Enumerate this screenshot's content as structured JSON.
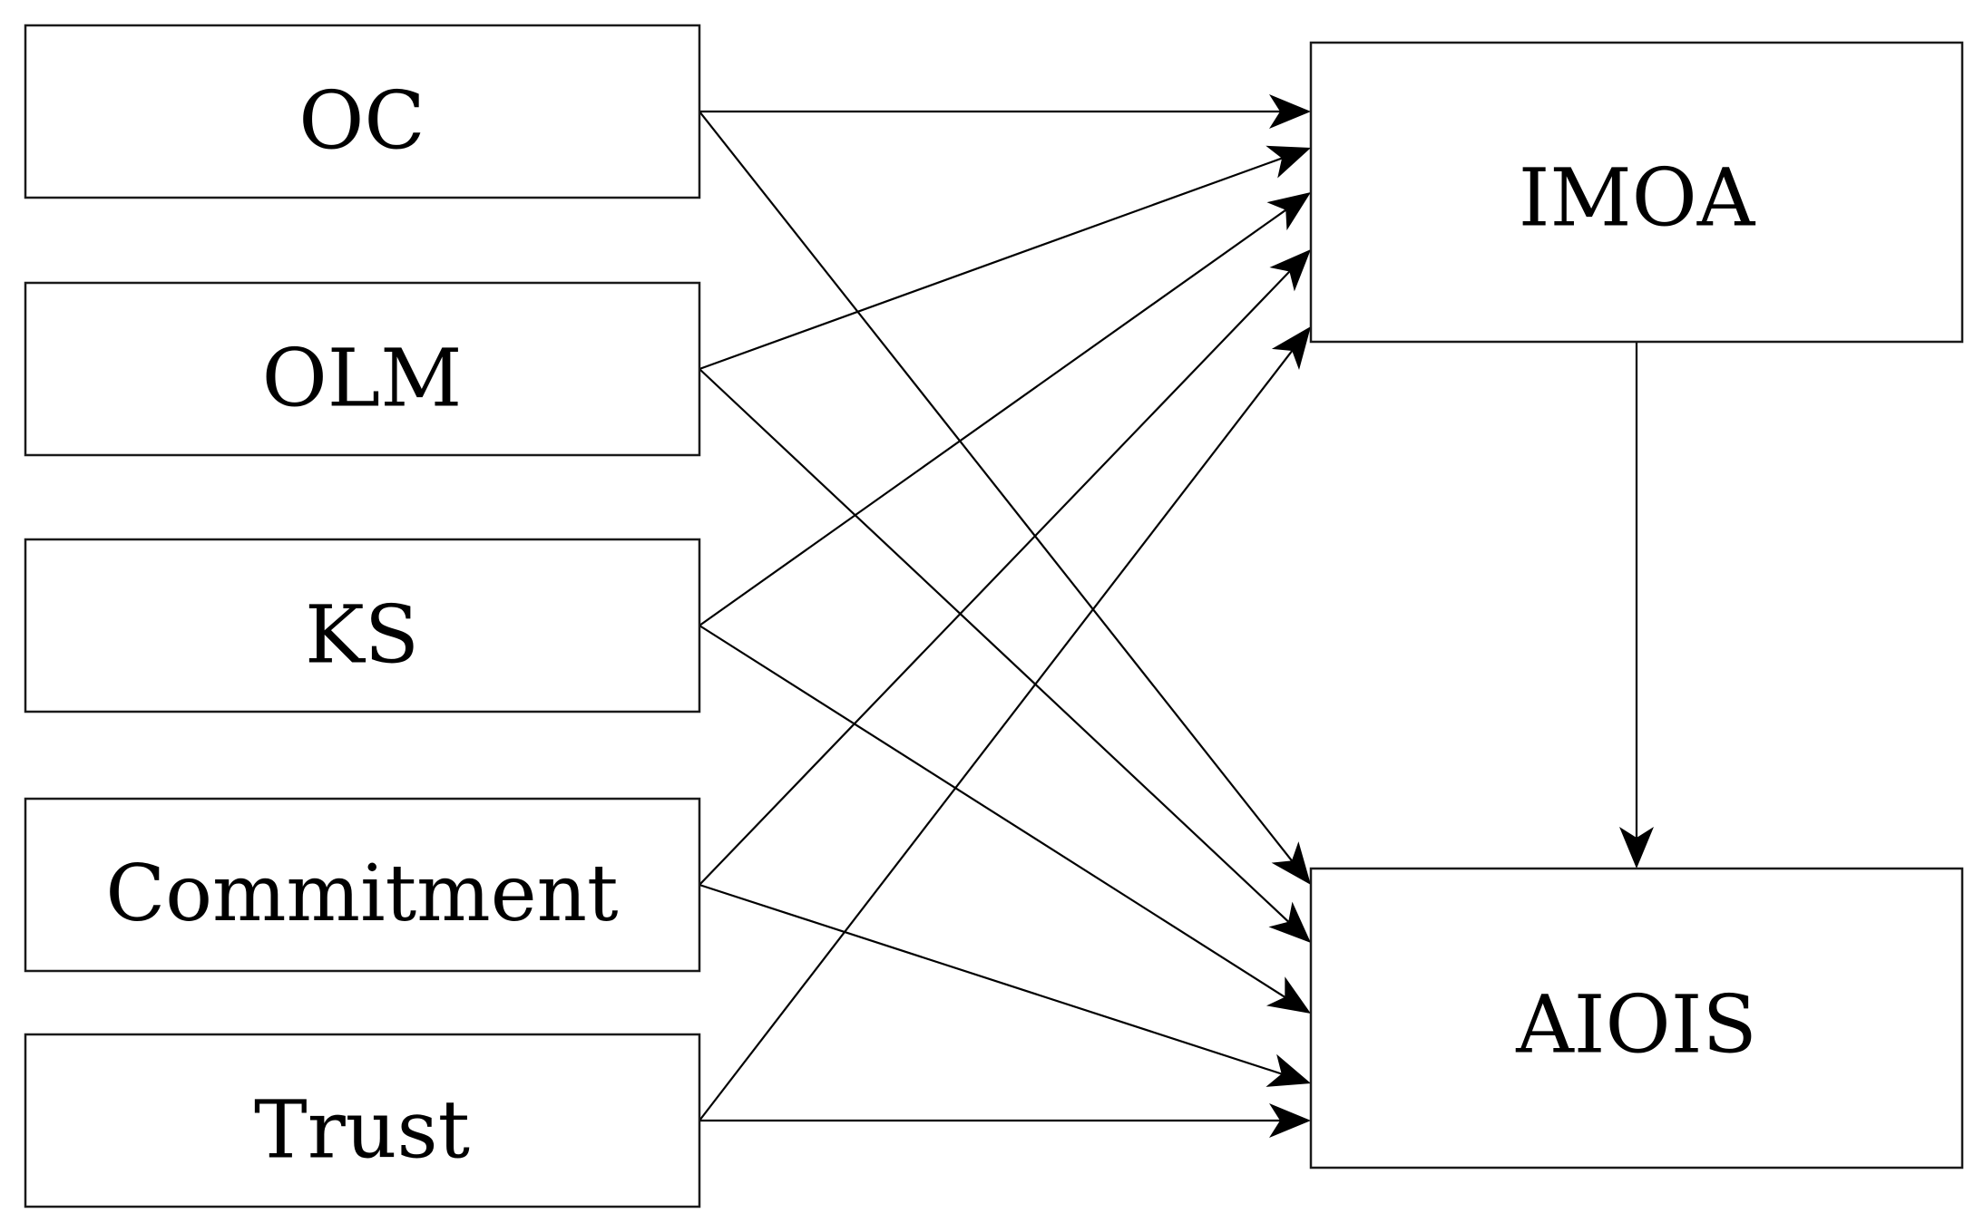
{
  "diagram": {
    "nodes": [
      {
        "id": "OC",
        "label": "OC"
      },
      {
        "id": "OLM",
        "label": "OLM"
      },
      {
        "id": "KS",
        "label": "KS"
      },
      {
        "id": "Commitment",
        "label": "Commitment"
      },
      {
        "id": "Trust",
        "label": "Trust"
      },
      {
        "id": "IMOA",
        "label": "IMOA"
      },
      {
        "id": "AIOIS",
        "label": "AIOIS"
      }
    ],
    "edges": [
      {
        "from": "OC",
        "to": "IMOA"
      },
      {
        "from": "OC",
        "to": "AIOIS"
      },
      {
        "from": "OLM",
        "to": "IMOA"
      },
      {
        "from": "OLM",
        "to": "AIOIS"
      },
      {
        "from": "KS",
        "to": "IMOA"
      },
      {
        "from": "KS",
        "to": "AIOIS"
      },
      {
        "from": "Commitment",
        "to": "IMOA"
      },
      {
        "from": "Commitment",
        "to": "AIOIS"
      },
      {
        "from": "Trust",
        "to": "IMOA"
      },
      {
        "from": "Trust",
        "to": "AIOIS"
      },
      {
        "from": "IMOA",
        "to": "AIOIS"
      }
    ]
  }
}
